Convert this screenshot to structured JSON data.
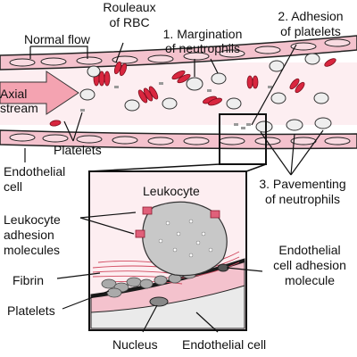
{
  "labels": {
    "normal_flow": "Normal flow",
    "axial_stream": [
      "Axial",
      "stream"
    ],
    "rouleaux": [
      "Rouleaux",
      "of RBC"
    ],
    "margination": [
      "1. Margination",
      "of neutrophils"
    ],
    "adhesion_platelets": [
      "2. Adhesion",
      "of platelets"
    ],
    "platelets_top": "Platelets",
    "endothelial_cell_left": [
      "Endothelial",
      "cell"
    ],
    "pavementing": [
      "3. Pavementing",
      "of neutrophils"
    ],
    "leukocyte": "Leukocyte",
    "leukocyte_adhesion": [
      "Leukocyte",
      "adhesion",
      "molecules"
    ],
    "fibrin": "Fibrin",
    "platelets_bottom": "Platelets",
    "endothelial_adhesion": [
      "Endothelial",
      "cell adhesion",
      "molecule"
    ],
    "nucleus": "Nucleus",
    "endothelial_cell_bottom": "Endothelial cell"
  },
  "colors": {
    "vessel_wall": "#f4c2cd",
    "lumen": "#fdeef1",
    "rbc": "#d9263f",
    "leukocyte": "#c8c8c8",
    "arrow": "#f4a3b1",
    "adhesion_molecule": "#e0607a",
    "fibrin": "#d1495f",
    "endothelium_dark": "#2b2b2b"
  }
}
